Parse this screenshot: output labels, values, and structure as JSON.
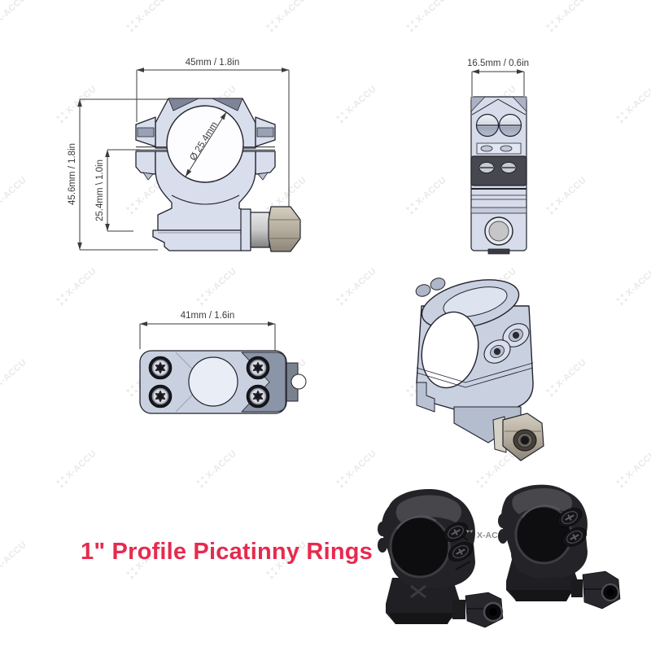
{
  "image": {
    "kind": "product-spec-sheet",
    "background": "#ffffff"
  },
  "title": {
    "text": "1\" Profile Picatinny Rings",
    "color": "#e72a4e"
  },
  "watermark": {
    "text": "X-ACCU",
    "tile_color": "#e9e9e9",
    "photo_text": "X-ACCU",
    "photo_color": "#8f8f93"
  },
  "views": {
    "front": {
      "dim_width": "45mm / 1.8in",
      "dim_height": "45.6mm / 1.8in",
      "dim_saddle": "25.4mm \\ 1.0in",
      "dim_diameter": "Ø 25.4mm"
    },
    "side": {
      "dim_width": "16.5mm / 0.6in"
    },
    "top": {
      "dim_width": "41mm / 1.6in"
    }
  },
  "colors": {
    "drawing_line": "#23232e",
    "drawing_fill_light": "#d8deec",
    "drawing_fill_mid": "#aab2c4",
    "drawing_dark_band": "#47474f",
    "nut_metal": "#c2bcae",
    "photo_black": "#232327",
    "title_red": "#e72a4e",
    "watermark_gray": "#e9e9e9"
  }
}
